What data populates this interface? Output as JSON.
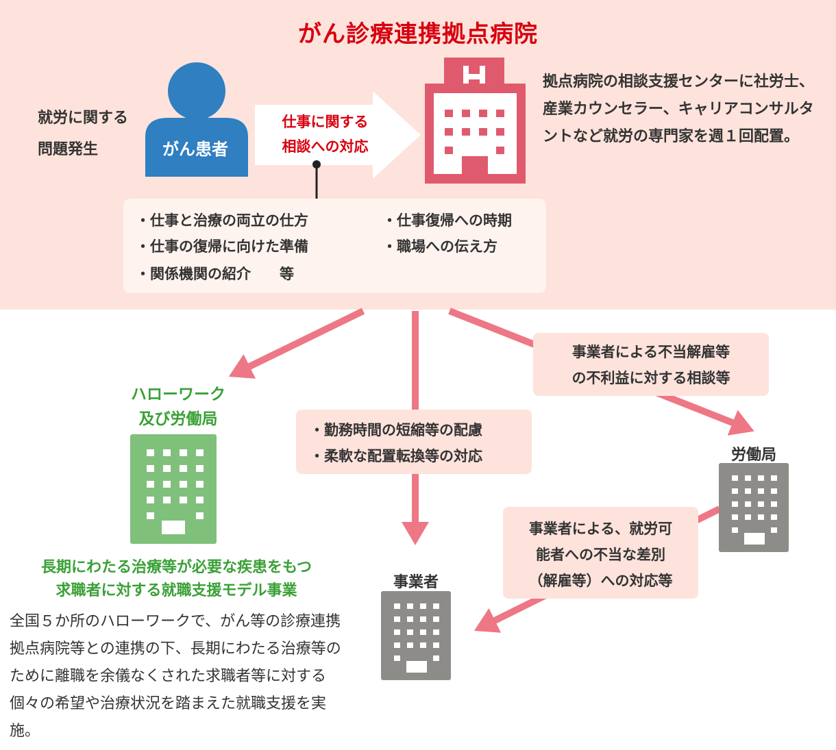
{
  "title": "がん診療連携拠点病院",
  "issue": {
    "line1": "就労に関する",
    "line2": "問題発生"
  },
  "patient_label": "がん患者",
  "consult_label": {
    "line1": "仕事に関する",
    "line2": "相談への対応"
  },
  "hospital_desc": "拠点病院の相談支援センターに社労士、産業カウンセラー、キャリアコンサルタントなど就労の専門家を週１回配置。",
  "topics": [
    "・仕事と治療の両立の仕方",
    "・仕事復帰への時期",
    "・仕事の復帰に向けた準備",
    "・職場への伝え方",
    "・関係機関の紹介　　等"
  ],
  "unfair_box": {
    "line1": "事業者による不当解雇等",
    "line2": "の不利益に対する相談等"
  },
  "worktime_box": {
    "line1": "・勤務時間の短縮等の配慮",
    "line2": "・柔軟な配置転換等の対応"
  },
  "discrim_box": {
    "line1": "事業者による、就労可",
    "line2": "能者への不当な差別",
    "line3": "（解雇等）への対応等"
  },
  "hellowork_label": {
    "line1": "ハローワーク",
    "line2": "及び労働局"
  },
  "labor_bureau_label": "労働局",
  "employer_label": "事業者",
  "model_title": {
    "line1": "長期にわたる治療等が必要な疾患をもつ",
    "line2": "求職者に対する就職支援モデル事業"
  },
  "model_desc": "全国５か所のハローワークで、がん等の診療連携拠点病院等との連携の下、長期にわたる治療等のために離職を余儀なくされた求職者等に対する個々の希望や治療状況を踏まえた就職支援を実施。",
  "colors": {
    "title_red": "#d7000f",
    "panel_pink": "#fde3dc",
    "patient_blue": "#2f7fc1",
    "hospital_red": "#e05a6e",
    "arrow_pink": "#ee7785",
    "hellowork_green": "#7fc17a",
    "office_gray": "#8e8c89",
    "label_green": "#3aa036"
  }
}
